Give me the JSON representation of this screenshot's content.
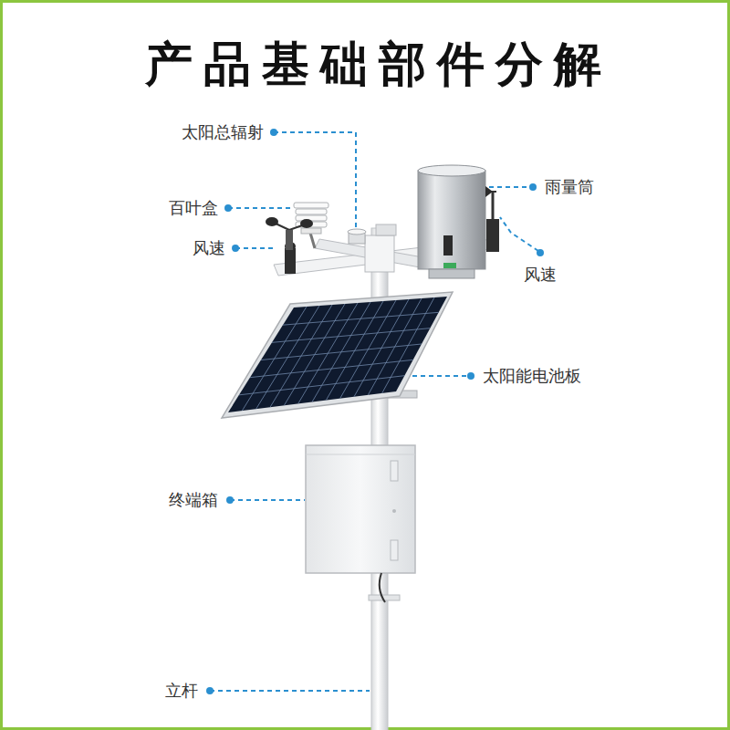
{
  "diagram": {
    "title": "产品基础部件分解",
    "labels": [
      "太阳总辐射",
      "百叶盒",
      "风速",
      "雨量筒",
      "风速",
      "太阳能电池板",
      "终端箱",
      "立杆"
    ]
  }
}
